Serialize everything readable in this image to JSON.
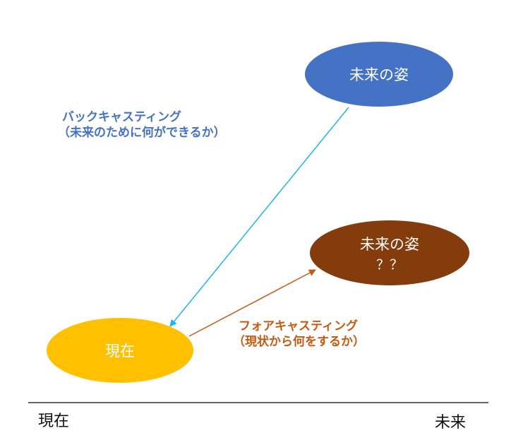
{
  "nodes": {
    "future_ideal": {
      "label": "未来の姿"
    },
    "future_projected": {
      "label": "未来の姿",
      "sublabel": "？？"
    },
    "present": {
      "label": "現在"
    }
  },
  "captions": {
    "backcasting": {
      "title": "バックキャスティング",
      "subtitle": "（未来のために何ができるか）"
    },
    "forecasting": {
      "title": "フォアキャスティング",
      "subtitle": "（現状から何をするか）"
    }
  },
  "axis": {
    "left_label": "現在",
    "right_label": "未来"
  },
  "colors": {
    "future_ideal_fill": "#4472c4",
    "future_projected_fill": "#843c0c",
    "present_fill": "#ffc000",
    "backcasting_arrow": "#1fb5e8",
    "forecasting_arrow": "#c55a11",
    "backcasting_text": "#4472c4",
    "forecasting_text": "#c55a11",
    "axis_line": "#333333"
  }
}
